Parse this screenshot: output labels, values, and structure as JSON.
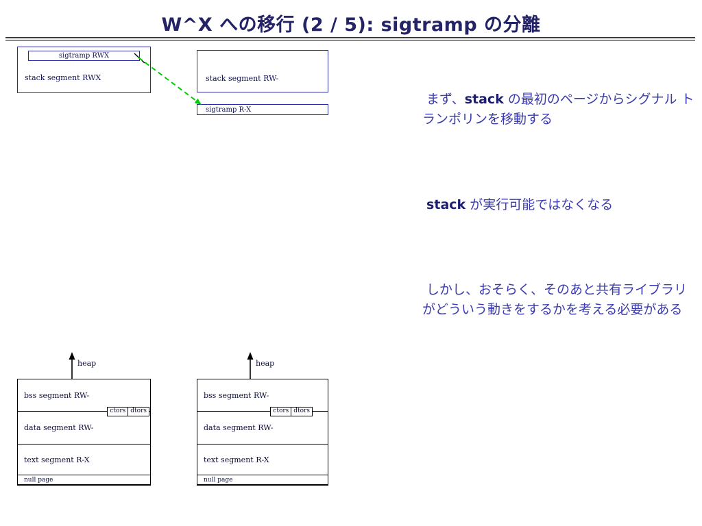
{
  "title": "W^X への移行 (2 / 5): sigtramp の分離",
  "top": {
    "stack_rwx": {
      "sigtramp_label": "sigtramp RWX",
      "segment_label": "stack segment RWX"
    },
    "stack_rw": {
      "segment_label": "stack segment RW-"
    },
    "sigtramp_rx": {
      "label": "sigtramp R-X"
    }
  },
  "notes": {
    "p1_pre": " まず、",
    "p1_kw": "stack",
    "p1_post": " の最初のページからシグナル トランポリンを移動する",
    "p2_pre": " ",
    "p2_kw": "stack",
    "p2_post": " が実行可能ではなくなる",
    "p3": " しかし、おそらく、そのあと共有ライブラリがどういう動きをするかを考える必要がある"
  },
  "memory_diagrams": [
    {
      "heap_label": "heap",
      "sections": [
        "bss segment RW-",
        "data segment RW-",
        "text segment  R-X",
        "null page"
      ],
      "ctors_label": "ctors",
      "dtors_label": "dtors"
    },
    {
      "heap_label": "heap",
      "sections": [
        "bss segment RW-",
        "data segment RW-",
        "text segment  R-X",
        "null page"
      ],
      "ctors_label": "ctors",
      "dtors_label": "dtors"
    }
  ],
  "colors": {
    "title": "#232366",
    "note_text": "#3c3cae",
    "top_box_border": "#2929a3",
    "bottom_box_border": "#000000",
    "arrow_green": "#00cc00"
  }
}
